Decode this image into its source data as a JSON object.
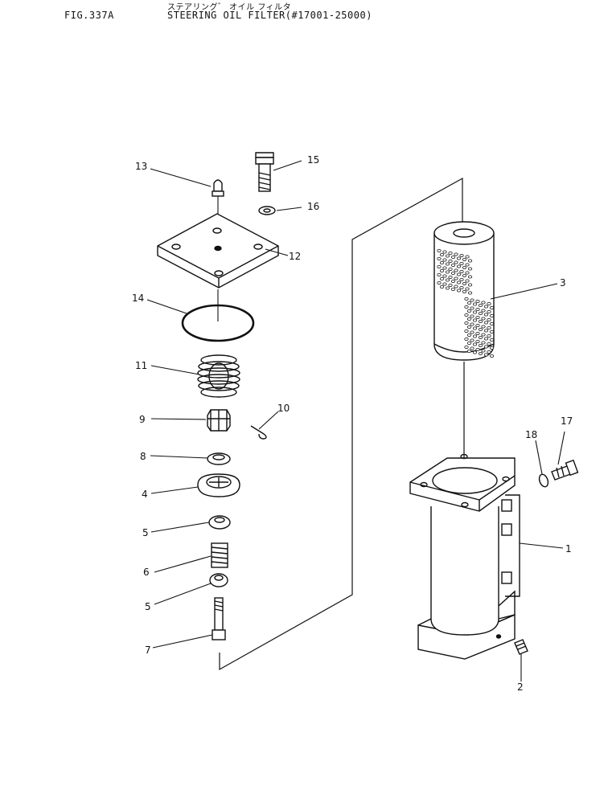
{
  "header": {
    "figure": "FIG.337A",
    "subtitle_jp": "ステアリング゛ オイル フィルタ",
    "title": "STEERING OIL FILTER(#17001-25000)"
  },
  "callouts": [
    "1",
    "2",
    "3",
    "4",
    "5",
    "5",
    "6",
    "7",
    "8",
    "9",
    "10",
    "11",
    "12",
    "13",
    "14",
    "15",
    "16",
    "17",
    "18"
  ]
}
